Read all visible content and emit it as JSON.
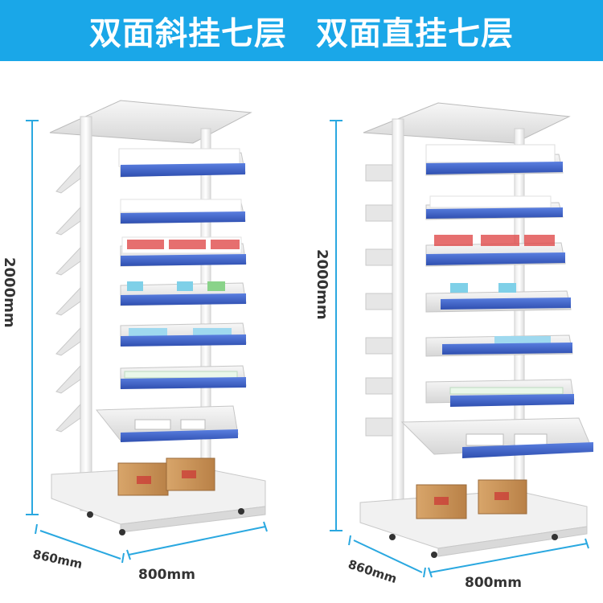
{
  "banner": {
    "left_title": "双面斜挂七层",
    "right_title": "双面直挂七层",
    "background": "#1aa7e8",
    "text_color": "#ffffff"
  },
  "left_rack": {
    "height_label": "2000mm",
    "depth_label": "860mm",
    "width_label": "800mm",
    "tiers": 7,
    "style": "slanted"
  },
  "right_rack": {
    "height_label": "2000mm",
    "depth_label": "860mm",
    "width_label": "800mm",
    "tiers": 7,
    "style": "straight"
  },
  "colors": {
    "dimension_line": "#2aa8e0",
    "shelf_front": "#3e63c8",
    "frame": "#f2f2f2",
    "box": "#c8955a"
  }
}
